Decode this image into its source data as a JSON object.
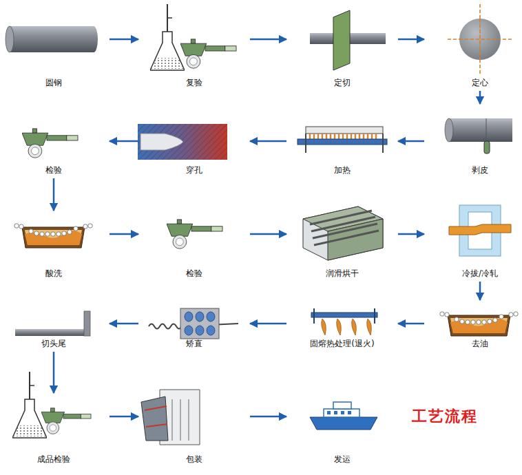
{
  "diagram": {
    "title": "工艺流程",
    "nodes": [
      {
        "text": [
          "圆钢"
        ]
      },
      {
        "text": [
          "复验"
        ]
      },
      {
        "text": [
          "定切"
        ]
      },
      {
        "text": [
          "定心"
        ]
      },
      {
        "text": [
          "剥皮"
        ]
      },
      {
        "text": [
          "加热"
        ]
      },
      {
        "text": [
          "穿孔"
        ]
      },
      {
        "text": [
          "检验"
        ]
      },
      {
        "text": [
          "酸洗"
        ]
      },
      {
        "text": [
          "检验"
        ]
      },
      {
        "text": [
          "润滑烘干"
        ]
      },
      {
        "text": [
          "冷拔/冷轧"
        ]
      },
      {
        "text": [
          "去油"
        ]
      },
      {
        "text": [
          "固熔热处理(退火)"
        ]
      },
      {
        "text": [
          "矫直"
        ]
      },
      {
        "text": [
          "切头尾"
        ]
      },
      {
        "text": [
          "成品检验"
        ]
      },
      {
        "text": [
          "包装"
        ]
      },
      {
        "text": [
          "发运"
        ]
      }
    ],
    "edges": [
      {
        "from": 0,
        "to": 1,
        "arrow": "to"
      },
      {
        "from": 1,
        "to": 2,
        "arrow": "to"
      },
      {
        "from": 2,
        "to": 3,
        "arrow": "to"
      },
      {
        "from": 3,
        "to": 4,
        "arrow": "to"
      },
      {
        "from": 4,
        "to": 5,
        "arrow": "to"
      },
      {
        "from": 5,
        "to": 6,
        "arrow": "to"
      },
      {
        "from": 6,
        "to": 7,
        "arrow": "to"
      },
      {
        "from": 7,
        "to": 8,
        "arrow": "to"
      },
      {
        "from": 8,
        "to": 9,
        "arrow": "to"
      },
      {
        "from": 9,
        "to": 10,
        "arrow": "to"
      },
      {
        "from": 10,
        "to": 11,
        "arrow": "to"
      },
      {
        "from": 11,
        "to": 12,
        "arrow": "to"
      },
      {
        "from": 12,
        "to": 13,
        "arrow": "to"
      },
      {
        "from": 13,
        "to": 14,
        "arrow": "to"
      },
      {
        "from": 14,
        "to": 15,
        "arrow": "to"
      },
      {
        "from": 15,
        "to": 16,
        "arrow": "to"
      },
      {
        "from": 16,
        "to": 17,
        "arrow": "to"
      },
      {
        "from": 17,
        "to": 18,
        "arrow": "to"
      }
    ]
  }
}
